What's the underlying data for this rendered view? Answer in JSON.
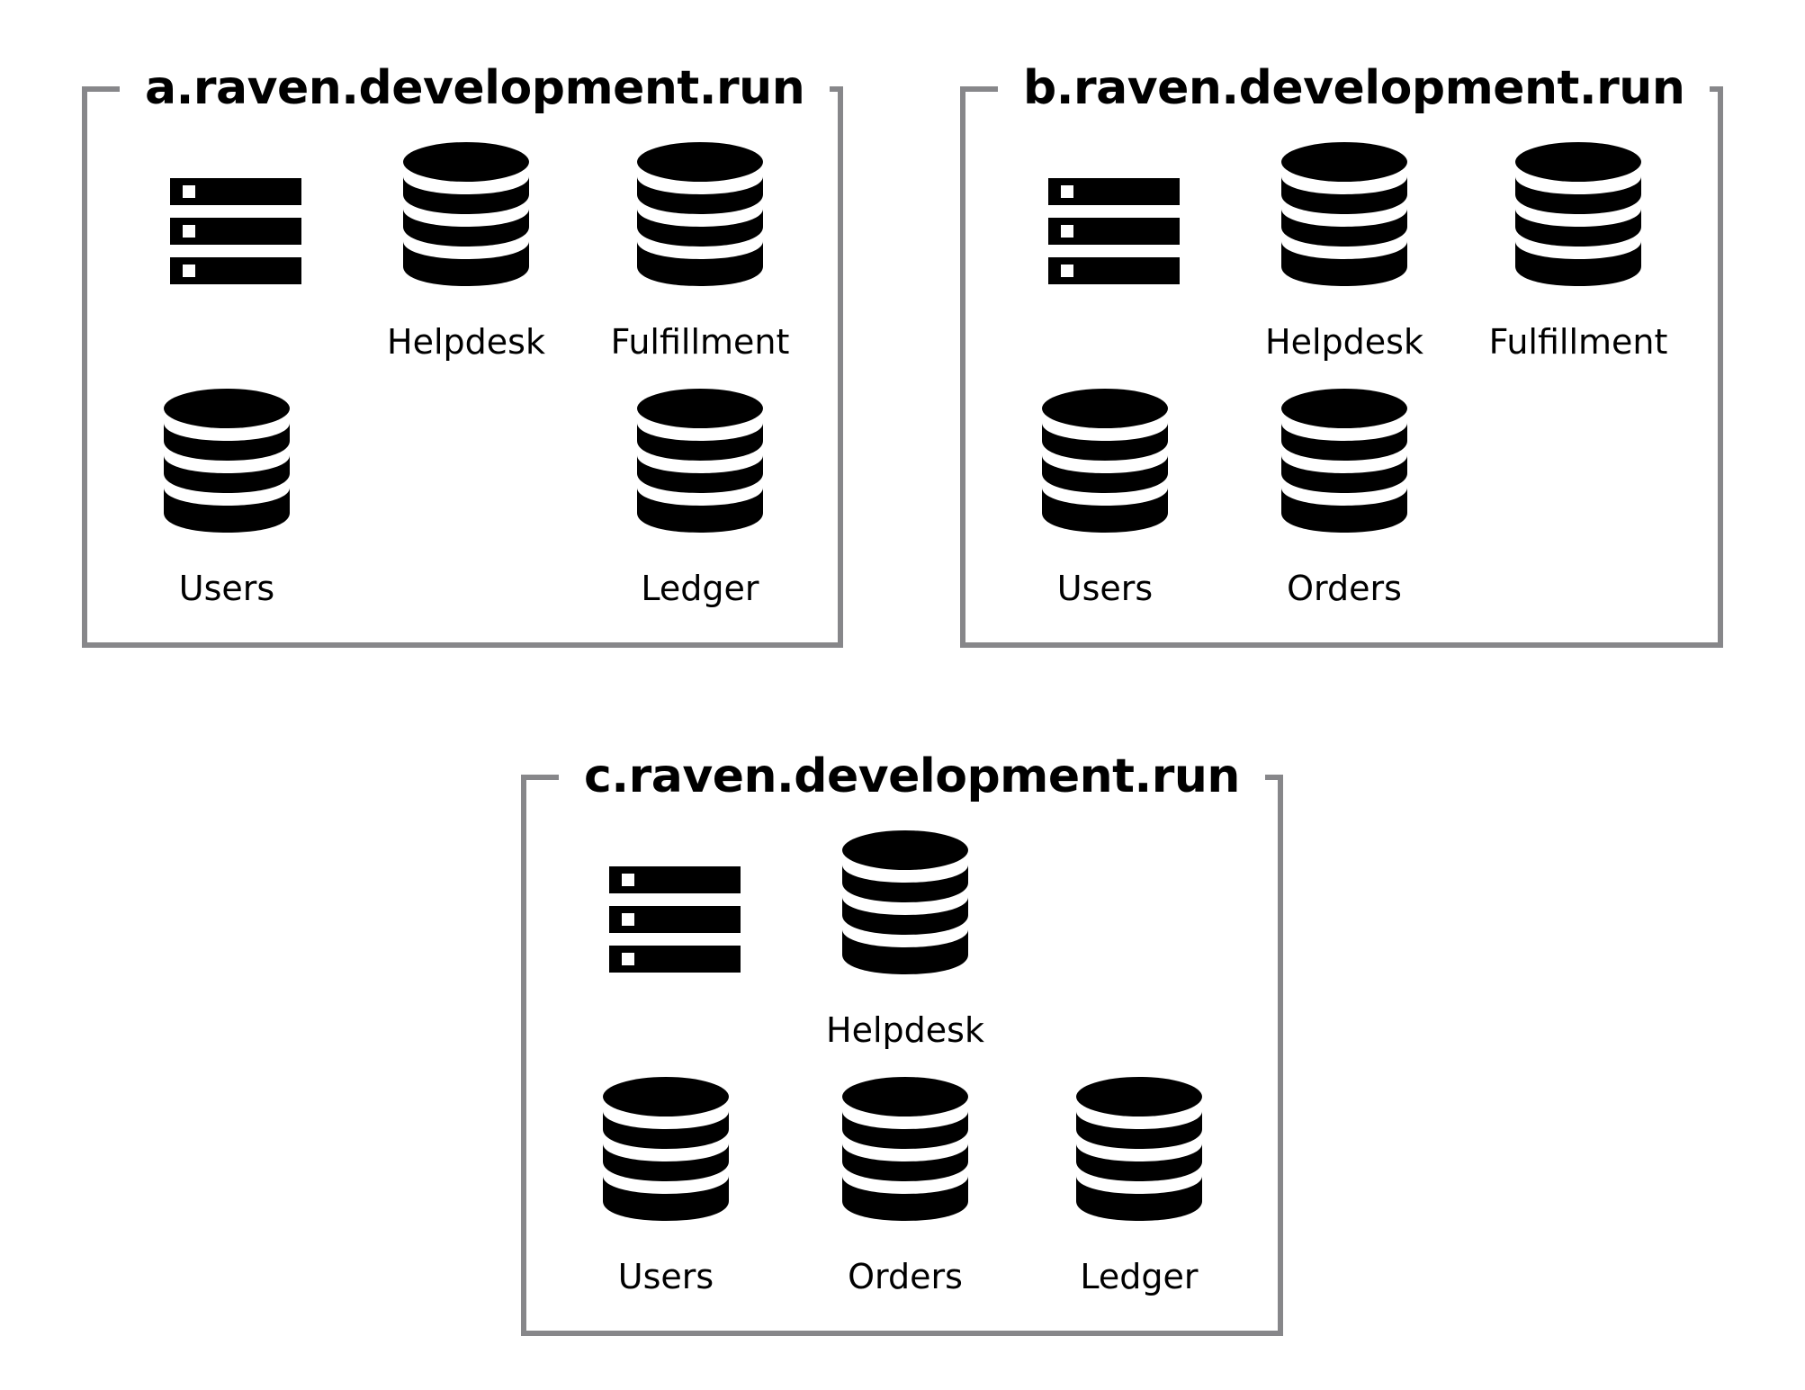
{
  "colors": {
    "border": "#87878a",
    "icon": "#000000",
    "background": "#ffffff"
  },
  "nodes": [
    {
      "hostname": "a.raven.development.run",
      "items": [
        {
          "kind": "server-icon",
          "label": ""
        },
        {
          "kind": "database-icon",
          "label": "Helpdesk"
        },
        {
          "kind": "database-icon",
          "label": "Fulfillment"
        },
        {
          "kind": "database-icon",
          "label": "Users"
        },
        {
          "kind": "database-icon",
          "label": "Ledger"
        }
      ]
    },
    {
      "hostname": "b.raven.development.run",
      "items": [
        {
          "kind": "server-icon",
          "label": ""
        },
        {
          "kind": "database-icon",
          "label": "Helpdesk"
        },
        {
          "kind": "database-icon",
          "label": "Fulfillment"
        },
        {
          "kind": "database-icon",
          "label": "Users"
        },
        {
          "kind": "database-icon",
          "label": "Orders"
        }
      ]
    },
    {
      "hostname": "c.raven.development.run",
      "items": [
        {
          "kind": "server-icon",
          "label": ""
        },
        {
          "kind": "database-icon",
          "label": "Helpdesk"
        },
        {
          "kind": "database-icon",
          "label": "Users"
        },
        {
          "kind": "database-icon",
          "label": "Orders"
        },
        {
          "kind": "database-icon",
          "label": "Ledger"
        }
      ]
    }
  ]
}
